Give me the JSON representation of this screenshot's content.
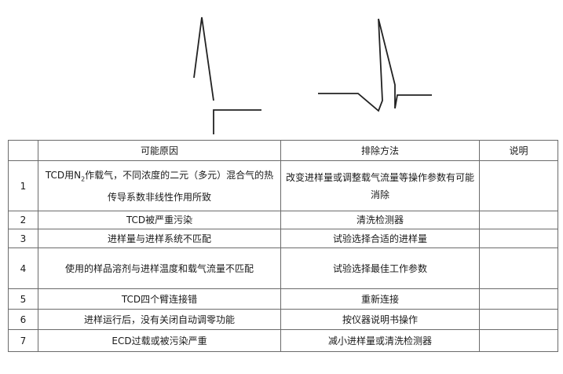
{
  "table": {
    "headers": [
      "",
      "可能原因",
      "排除方法",
      "说明"
    ],
    "rows": [
      {
        "no": "1",
        "cause_prefix": "TCD用N",
        "cause_sub": "2",
        "cause_suffix": "作载气，不同浓度的二元（多元）混合气的热传导系数非线性作用所致",
        "fix": "改变进样量或调整载气流量等操作参数有可能消除",
        "note": ""
      },
      {
        "no": "2",
        "cause": "TCD被严重污染",
        "fix": "清洗检测器",
        "note": ""
      },
      {
        "no": "3",
        "cause": "进样量与进样系统不匹配",
        "fix": "试验选择合适的进样量",
        "note": ""
      },
      {
        "no": "4",
        "cause": "使用的样品溶剂与进样温度和载气流量不匹配",
        "fix": "试验选择最佳工作参数",
        "note": ""
      },
      {
        "no": "5",
        "cause": "TCD四个臂连接错",
        "fix": "重新连接",
        "note": ""
      },
      {
        "no": "6",
        "cause": "进样运行后，没有关闭自动调零功能",
        "fix": "按仪器说明书操作",
        "note": ""
      },
      {
        "no": "7",
        "cause": "ECD过载或被污染严重",
        "fix": "减小进样量或清洗检测器",
        "note": ""
      }
    ]
  }
}
